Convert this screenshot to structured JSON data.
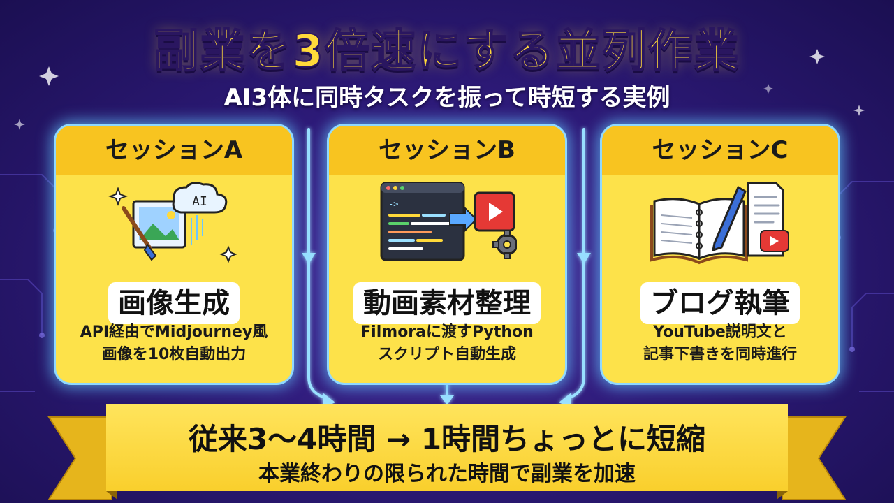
{
  "title": "副業を3倍速にする並列作業",
  "subtitle": "AI3体に同時タスクを振って時短する実例",
  "colors": {
    "card_body": "#fde24a",
    "card_header": "#f8c420",
    "glow": "#8fd8ff",
    "title": "#ffd93a",
    "background": "#2d1a78"
  },
  "sessions": [
    {
      "header": "セッションA",
      "icon_name": "ai-image-generation-icon",
      "icon_text": "AI",
      "label": "画像生成",
      "desc": [
        "API経由でMidjourney風",
        "画像を10枚自動出力"
      ]
    },
    {
      "header": "セッションB",
      "icon_name": "code-to-video-icon",
      "icon_text": "->",
      "label": "動画素材整理",
      "desc": [
        "Filmoraに渡すPython",
        "スクリプト自動生成"
      ]
    },
    {
      "header": "セッションC",
      "icon_name": "notebook-to-document-icon",
      "label": "ブログ執筆",
      "desc": [
        "YouTube説明文と",
        "記事下書きを同時進行"
      ]
    }
  ],
  "result": {
    "headline": "従来3〜4時間 → 1時間ちょっとに短縮",
    "subline": "本業終わりの限られた時間で副業を加速"
  }
}
